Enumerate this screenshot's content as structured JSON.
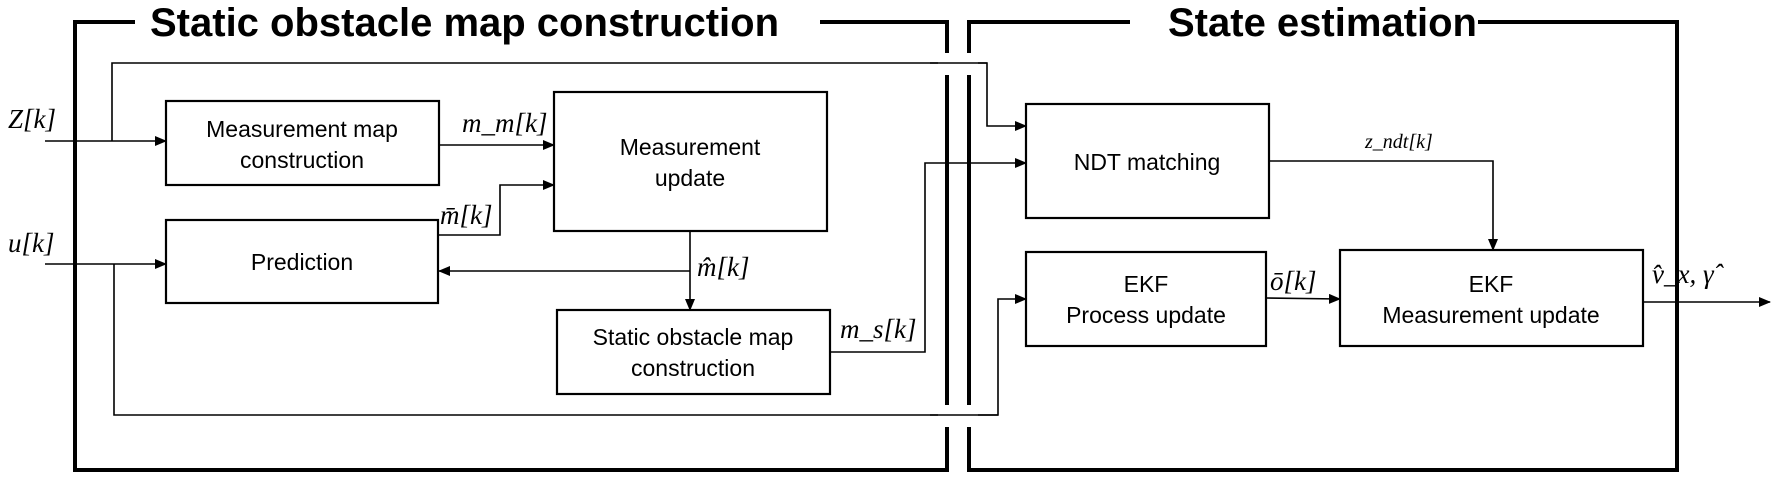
{
  "sections": {
    "left_title": "Static obstacle map construction",
    "right_title": "State estimation"
  },
  "blocks": {
    "measurement_map": [
      "Measurement map",
      "construction"
    ],
    "measurement_update": [
      "Measurement",
      "update"
    ],
    "prediction": [
      "Prediction"
    ],
    "static_map": [
      "Static obstacle map",
      "construction"
    ],
    "ndt": [
      "NDT matching"
    ],
    "ekf_process": [
      "EKF",
      "Process update"
    ],
    "ekf_measurement": [
      "EKF",
      "Measurement update"
    ]
  },
  "signals": {
    "z_k": "Z[k]",
    "u_k": "u[k]",
    "m_m": "m_m[k]",
    "m_bar": "m̄[k]",
    "m_hat": "m̂[k]",
    "m_s": "m_s[k]",
    "z_ndt": "z_ndt[k]",
    "o_bar": "ō[k]",
    "output": "v̂_x, γ̂"
  }
}
